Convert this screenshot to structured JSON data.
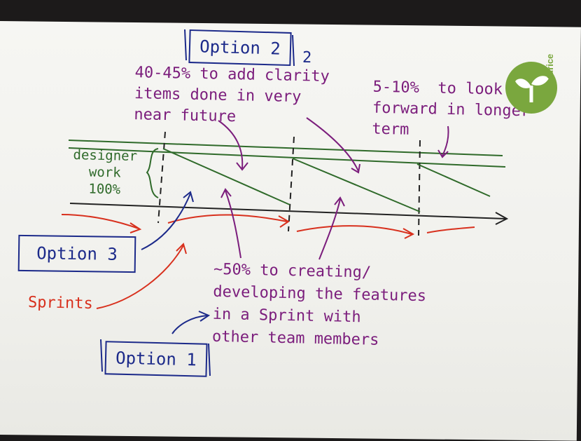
{
  "sketch": {
    "option2_label": "Option 2",
    "option2_mark": "2",
    "clarity_note": "40-45% to add clarity\nitems done in very\nnear future",
    "longer_term_note": "5-10%  to look\nforward in longer\nterm",
    "designer_label": "designer\nwork\n100%",
    "option3_label": "Option 3",
    "sprints_label": "Sprints",
    "features_note": "~50% to creating/\ndeveloping the features\nin a Sprint with\nother team members",
    "option1_label": "Option 1"
  },
  "logo": {
    "text": "Futurice",
    "color": "#7aa73e"
  },
  "colors": {
    "purple": "#7b1d7c",
    "blue": "#1c2a8a",
    "green": "#2f6a2a",
    "red": "#d8301d",
    "black": "#222222"
  }
}
